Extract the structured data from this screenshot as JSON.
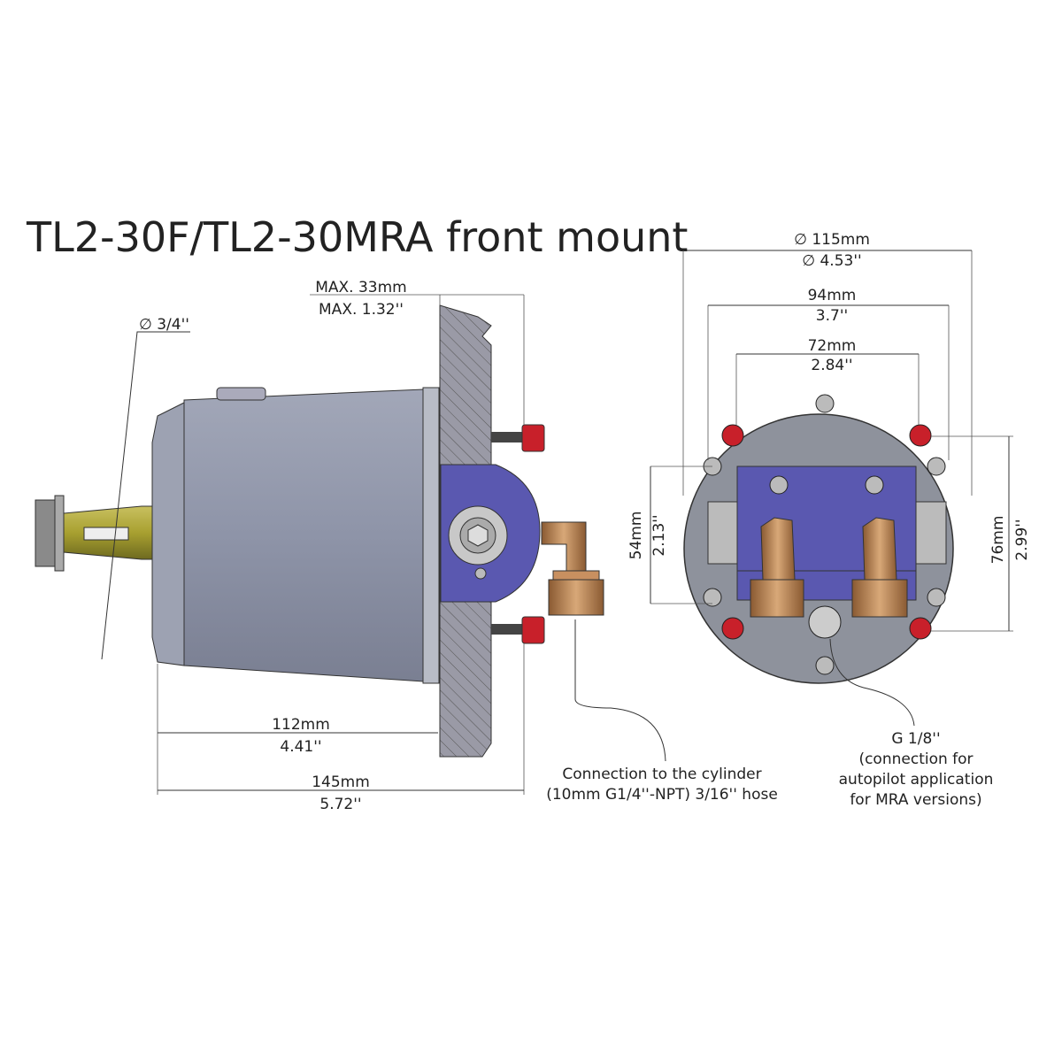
{
  "title": "TL2-30F/TL2-30MRA front mount",
  "side_view": {
    "shaft_diameter": "∅ 3/4''",
    "max_mm": "MAX. 33mm",
    "max_in": "MAX. 1.32''",
    "length1_mm": "112mm",
    "length1_in": "4.41''",
    "length2_mm": "145mm",
    "length2_in": "5.72''",
    "connection_line1": "Connection to the cylinder",
    "connection_line2": "(10mm G1/4''-NPT) 3/16'' hose"
  },
  "front_view": {
    "diameter_mm": "∅ 115mm",
    "diameter_in": "∅ 4.53''",
    "width94_mm": "94mm",
    "width94_in": "3.7''",
    "width72_mm": "72mm",
    "width72_in": "2.84''",
    "height54_mm": "54mm",
    "height54_in": "2.13''",
    "height76_mm": "76mm",
    "height76_in": "2.99''",
    "port_line1": "G 1/8''",
    "port_line2": "(connection for",
    "port_line3": "autopilot application",
    "port_line4": "for MRA versions)"
  },
  "colors": {
    "body": "#8e94a6",
    "block": "#5a58b0",
    "nut": "#c8202a",
    "brass": "#b07a4a",
    "shaft": "#a8a030"
  }
}
